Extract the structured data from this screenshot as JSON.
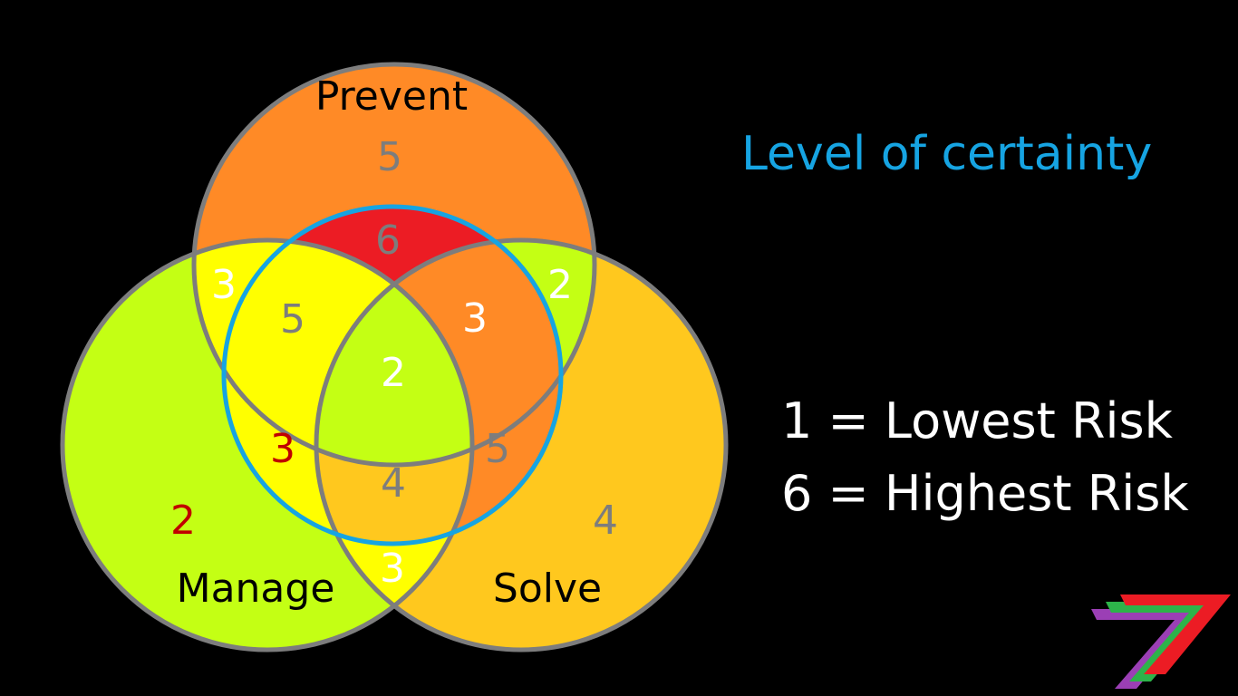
{
  "diagram": {
    "circles": [
      {
        "name": "Prevent",
        "fill": "#ff8a26"
      },
      {
        "name": "Manage",
        "fill": "#c4ff14"
      },
      {
        "name": "Solve",
        "fill": "#ffc81e"
      }
    ],
    "certainty_ring": {
      "color": "#16a4e2"
    },
    "outline_color": "#7d7d7d",
    "regions": {
      "prevent_only": {
        "value": "5",
        "fill": "#ff8a26",
        "text_color": "#7d7d7d"
      },
      "prevent_certainty": {
        "value": "6",
        "fill": "#ec1c24",
        "text_color": "#7d7d7d"
      },
      "prevent_manage": {
        "value": "3",
        "fill": "#ffff00",
        "text_color": "#ffffff"
      },
      "prevent_solve": {
        "value": "2",
        "fill": "#c4ff14",
        "text_color": "#ffffff"
      },
      "prevent_manage_certainty": {
        "value": "5",
        "fill": "#ff8a26",
        "text_color": "#7d7d7d"
      },
      "prevent_solve_certainty": {
        "value": "3",
        "fill": "#ffff00",
        "text_color": "#ffffff"
      },
      "all_three": {
        "value": "2",
        "fill": "#c4ff14",
        "text_color": "#ffffff"
      },
      "manage_certainty": {
        "value": "3",
        "fill": "#ffff00",
        "text_color": "#c00000"
      },
      "solve_certainty": {
        "value": "5",
        "fill": "#ff8a26",
        "text_color": "#7d7d7d"
      },
      "manage_solve_certainty": {
        "value": "4",
        "fill": "#ffc81e",
        "text_color": "#7d7d7d"
      },
      "manage_solve": {
        "value": "3",
        "fill": "#ffff00",
        "text_color": "#ffffff"
      },
      "manage_only": {
        "value": "2",
        "fill": "#c4ff14",
        "text_color": "#c00000"
      },
      "solve_only": {
        "value": "4",
        "fill": "#ffc81e",
        "text_color": "#7d7d7d"
      }
    }
  },
  "heading": {
    "text": "Level of certainty",
    "color": "#16a4e2"
  },
  "legend": {
    "line1": "1 = Lowest Risk",
    "line2": "6 = Highest Risk"
  },
  "logo": {
    "icon": "seven-stripes-logo",
    "colors": [
      "#ec1c24",
      "#2db34a",
      "#9b3fb5"
    ]
  }
}
